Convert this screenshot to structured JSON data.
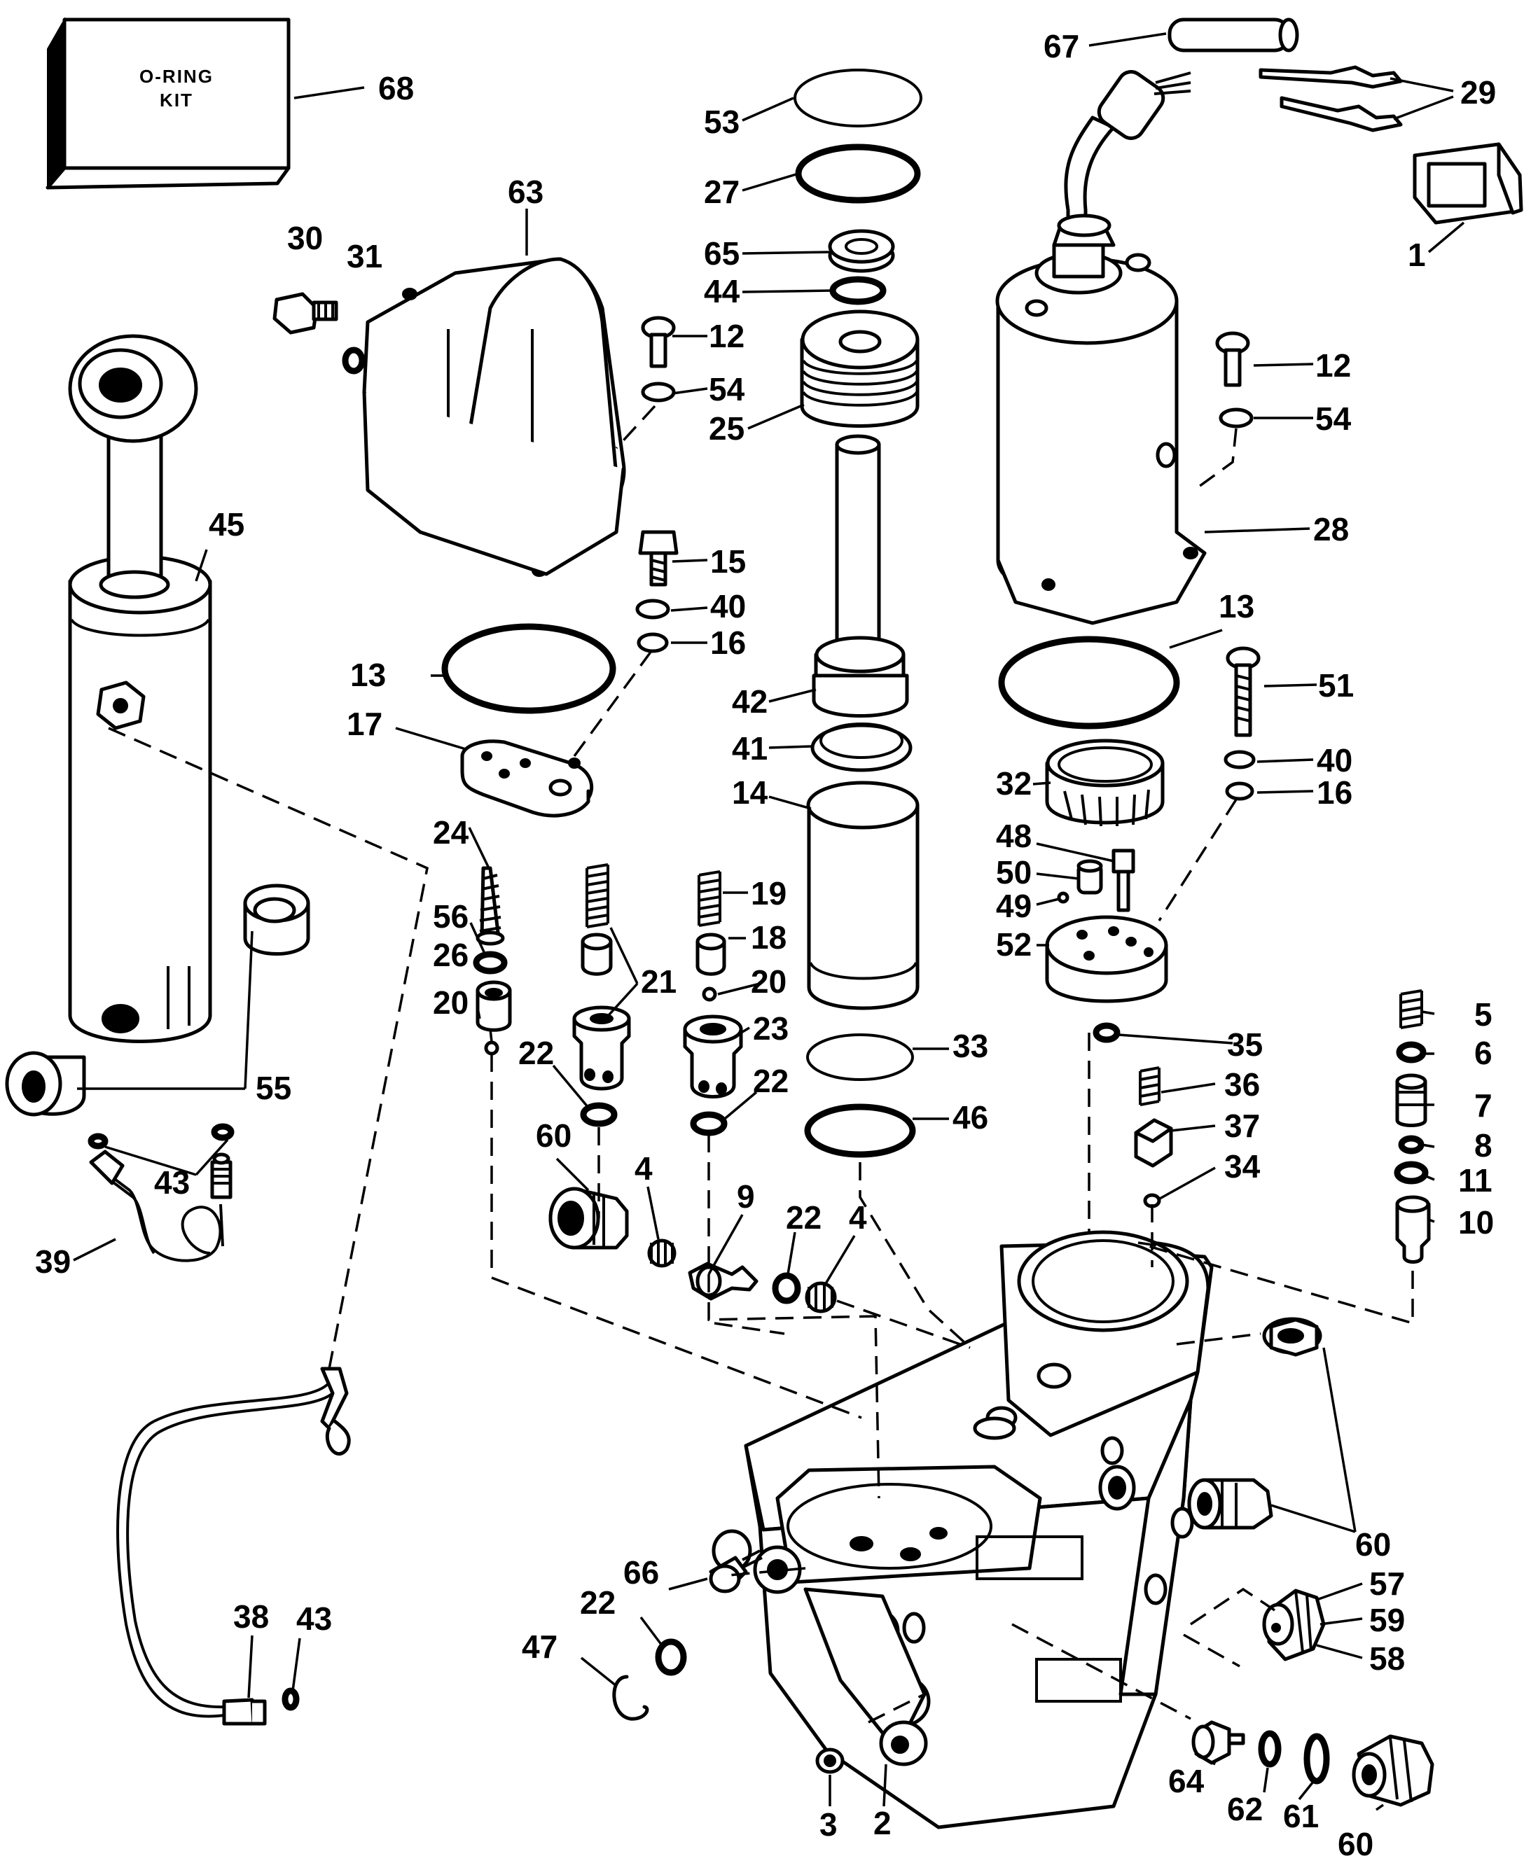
{
  "kit_box": {
    "line1": "O-RING",
    "line2": "KIT",
    "ref": "68"
  },
  "callouts": [
    {
      "id": "67"
    },
    {
      "id": "29"
    },
    {
      "id": "1"
    },
    {
      "id": "53"
    },
    {
      "id": "27"
    },
    {
      "id": "65"
    },
    {
      "id": "44"
    },
    {
      "id": "12a",
      "text": "12"
    },
    {
      "id": "54a",
      "text": "54"
    },
    {
      "id": "25"
    },
    {
      "id": "63"
    },
    {
      "id": "30"
    },
    {
      "id": "31"
    },
    {
      "id": "12b",
      "text": "12"
    },
    {
      "id": "54b",
      "text": "54"
    },
    {
      "id": "28"
    },
    {
      "id": "45"
    },
    {
      "id": "15"
    },
    {
      "id": "40a",
      "text": "40"
    },
    {
      "id": "16a",
      "text": "16"
    },
    {
      "id": "42"
    },
    {
      "id": "13a",
      "text": "13"
    },
    {
      "id": "13b",
      "text": "13"
    },
    {
      "id": "51"
    },
    {
      "id": "17"
    },
    {
      "id": "41"
    },
    {
      "id": "40b",
      "text": "40"
    },
    {
      "id": "32"
    },
    {
      "id": "16b",
      "text": "16"
    },
    {
      "id": "14"
    },
    {
      "id": "48"
    },
    {
      "id": "24"
    },
    {
      "id": "50"
    },
    {
      "id": "49"
    },
    {
      "id": "19"
    },
    {
      "id": "52"
    },
    {
      "id": "56"
    },
    {
      "id": "18"
    },
    {
      "id": "26"
    },
    {
      "id": "21"
    },
    {
      "id": "20a",
      "text": "20"
    },
    {
      "id": "20b",
      "text": "20"
    },
    {
      "id": "5"
    },
    {
      "id": "23"
    },
    {
      "id": "33"
    },
    {
      "id": "35"
    },
    {
      "id": "6"
    },
    {
      "id": "55"
    },
    {
      "id": "22a",
      "text": "22"
    },
    {
      "id": "22b",
      "text": "22"
    },
    {
      "id": "36"
    },
    {
      "id": "7"
    },
    {
      "id": "46"
    },
    {
      "id": "37"
    },
    {
      "id": "60a",
      "text": "60"
    },
    {
      "id": "8"
    },
    {
      "id": "43a",
      "text": "43"
    },
    {
      "id": "4a",
      "text": "4"
    },
    {
      "id": "9"
    },
    {
      "id": "34"
    },
    {
      "id": "11"
    },
    {
      "id": "22c",
      "text": "22"
    },
    {
      "id": "4b",
      "text": "4"
    },
    {
      "id": "10"
    },
    {
      "id": "39"
    },
    {
      "id": "60b",
      "text": "60"
    },
    {
      "id": "57"
    },
    {
      "id": "66"
    },
    {
      "id": "38"
    },
    {
      "id": "43b",
      "text": "43"
    },
    {
      "id": "22d",
      "text": "22"
    },
    {
      "id": "59"
    },
    {
      "id": "47"
    },
    {
      "id": "58"
    },
    {
      "id": "64"
    },
    {
      "id": "62"
    },
    {
      "id": "61"
    },
    {
      "id": "3"
    },
    {
      "id": "2"
    },
    {
      "id": "60c",
      "text": "60"
    }
  ]
}
